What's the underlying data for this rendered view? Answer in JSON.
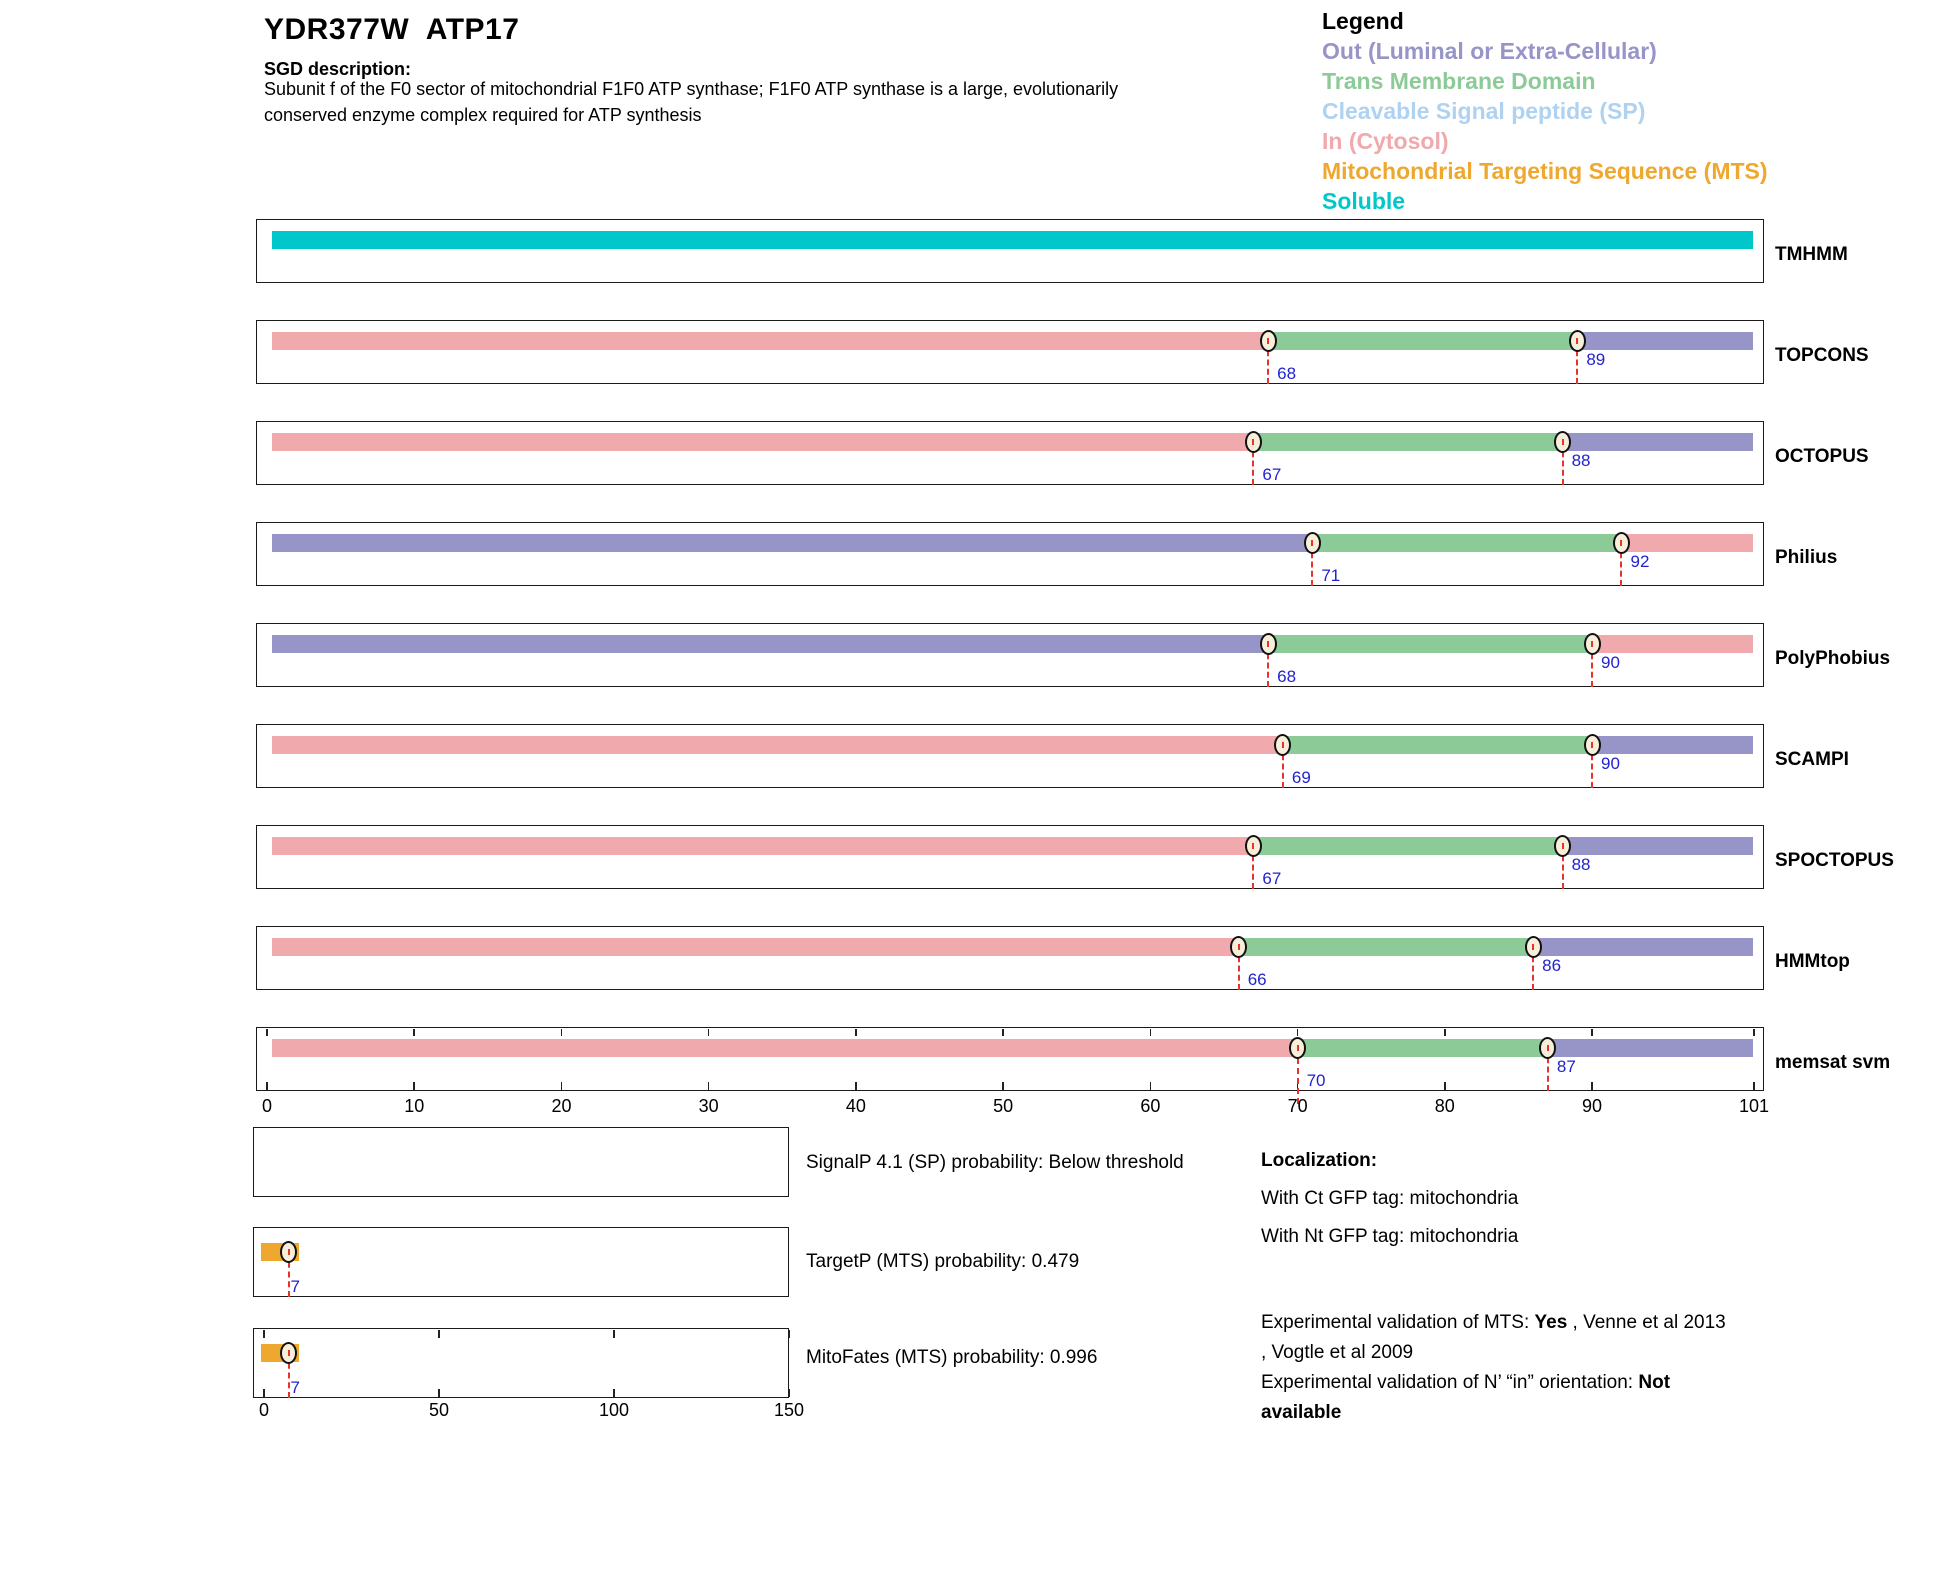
{
  "header": {
    "title": "YDR377W  ATP17",
    "sgd_label": "SGD description:",
    "description_lines": [
      "Subunit f of the F0 sector of mitochondrial F1F0 ATP synthase; F1F0 ATP synthase is a large, evolutionarily",
      "conserved enzyme complex required for ATP synthesis"
    ]
  },
  "legend": {
    "title": "Legend",
    "items": [
      {
        "key": "out",
        "label": "Out (Luminal or Extra-Cellular)"
      },
      {
        "key": "tm",
        "label": "Trans Membrane Domain"
      },
      {
        "key": "sp",
        "label": "Cleavable Signal peptide (SP)"
      },
      {
        "key": "in",
        "label": "In (Cytosol)"
      },
      {
        "key": "mts",
        "label": "Mitochondrial Targeting Sequence (MTS)"
      },
      {
        "key": "soluble",
        "label": "Soluble"
      }
    ]
  },
  "colors": {
    "out": "#9795c8",
    "tm": "#8ccb97",
    "sp": "#afd2f1",
    "in": "#f0a9ad",
    "mts": "#eea82f",
    "soluble": "#00c7c9",
    "boundary_number": "#2222cf",
    "dashed_line": "#e8322d"
  },
  "chart_data": {
    "type": "bar",
    "title": "Membrane topology predictions for YDR377W ATP17",
    "x_axis": {
      "min": 0,
      "max": 101,
      "ticks": [
        0,
        10,
        20,
        30,
        40,
        50,
        60,
        70,
        80,
        90,
        101
      ]
    },
    "rows": [
      {
        "label": "TMHMM",
        "ruler": false,
        "segments": [
          {
            "region": "soluble",
            "start": 1,
            "end": 101
          }
        ],
        "boundaries": []
      },
      {
        "label": "TOPCONS",
        "ruler": false,
        "segments": [
          {
            "region": "in",
            "start": 1,
            "end": 68
          },
          {
            "region": "tm",
            "start": 68,
            "end": 89
          },
          {
            "region": "out",
            "start": 89,
            "end": 101
          }
        ],
        "boundaries": [
          68,
          89
        ]
      },
      {
        "label": "OCTOPUS",
        "ruler": false,
        "segments": [
          {
            "region": "in",
            "start": 1,
            "end": 67
          },
          {
            "region": "tm",
            "start": 67,
            "end": 88
          },
          {
            "region": "out",
            "start": 88,
            "end": 101
          }
        ],
        "boundaries": [
          67,
          88
        ]
      },
      {
        "label": "Philius",
        "ruler": false,
        "segments": [
          {
            "region": "out",
            "start": 1,
            "end": 71
          },
          {
            "region": "tm",
            "start": 71,
            "end": 92
          },
          {
            "region": "in",
            "start": 92,
            "end": 101
          }
        ],
        "boundaries": [
          71,
          92
        ]
      },
      {
        "label": "PolyPhobius",
        "ruler": false,
        "segments": [
          {
            "region": "out",
            "start": 1,
            "end": 68
          },
          {
            "region": "tm",
            "start": 68,
            "end": 90
          },
          {
            "region": "in",
            "start": 90,
            "end": 101
          }
        ],
        "boundaries": [
          68,
          90
        ]
      },
      {
        "label": "SCAMPI",
        "ruler": false,
        "segments": [
          {
            "region": "in",
            "start": 1,
            "end": 69
          },
          {
            "region": "tm",
            "start": 69,
            "end": 90
          },
          {
            "region": "out",
            "start": 90,
            "end": 101
          }
        ],
        "boundaries": [
          69,
          90
        ]
      },
      {
        "label": "SPOCTOPUS",
        "ruler": false,
        "segments": [
          {
            "region": "in",
            "start": 1,
            "end": 67
          },
          {
            "region": "tm",
            "start": 67,
            "end": 88
          },
          {
            "region": "out",
            "start": 88,
            "end": 101
          }
        ],
        "boundaries": [
          67,
          88
        ]
      },
      {
        "label": "HMMtop",
        "ruler": false,
        "segments": [
          {
            "region": "in",
            "start": 1,
            "end": 66
          },
          {
            "region": "tm",
            "start": 66,
            "end": 86
          },
          {
            "region": "out",
            "start": 86,
            "end": 101
          }
        ],
        "boundaries": [
          66,
          86
        ]
      },
      {
        "label": "memsat svm",
        "ruler": true,
        "segments": [
          {
            "region": "in",
            "start": 1,
            "end": 70
          },
          {
            "region": "tm",
            "start": 70,
            "end": 87
          },
          {
            "region": "out",
            "start": 87,
            "end": 101
          }
        ],
        "boundaries": [
          70,
          87
        ]
      }
    ],
    "probability_panels": {
      "axis": {
        "min": 0,
        "max": 150,
        "ticks": [
          0,
          50,
          100,
          150
        ]
      },
      "items": [
        {
          "label": "SignalP 4.1 (SP) probability: Below threshold",
          "bar": null,
          "marker": null,
          "ruler": false
        },
        {
          "label": "TargetP (MTS) probability: 0.479",
          "bar": {
            "region": "mts",
            "start": 0,
            "end": 10
          },
          "marker": 7,
          "ruler": false
        },
        {
          "label": "MitoFates (MTS) probability: 0.996",
          "bar": {
            "region": "mts",
            "start": 0,
            "end": 10
          },
          "marker": 7,
          "ruler": true
        }
      ]
    }
  },
  "localization": {
    "heading": "Localization:",
    "lines": [
      "With Ct GFP tag: mitochondria",
      "With Nt GFP tag: mitochondria"
    ]
  },
  "experimental": {
    "lines": [
      [
        {
          "t": "Experimental validation of MTS: "
        },
        {
          "t": "Yes",
          "b": true
        },
        {
          "t": " , Venne et al 2013"
        }
      ],
      [
        {
          "t": ", Vogtle et al 2009"
        }
      ],
      [
        {
          "t": "Experimental validation of N’ “in” orientation: "
        },
        {
          "t": "Not",
          "b": true
        }
      ],
      [
        {
          "t": "available",
          "b": true
        }
      ]
    ]
  }
}
